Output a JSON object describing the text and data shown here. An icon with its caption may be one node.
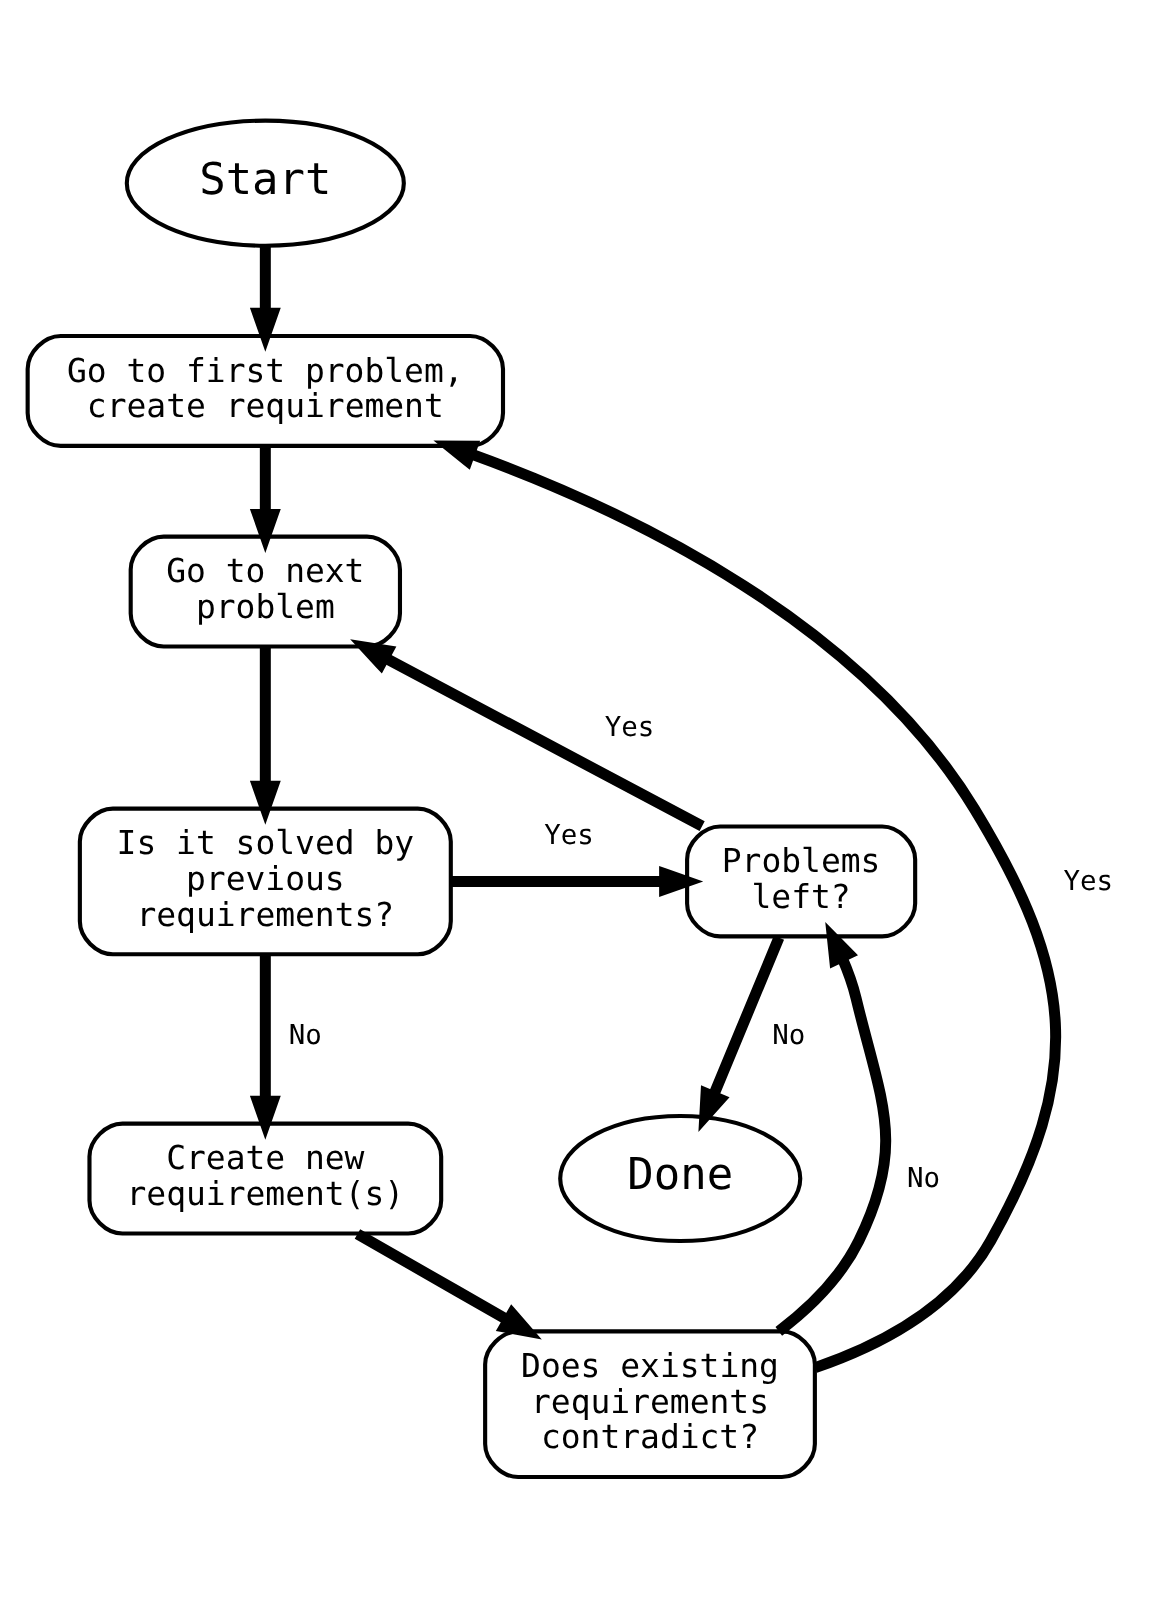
{
  "diagram": {
    "nodes": [
      {
        "text": [
          "Start"
        ]
      },
      {
        "text": [
          "Go to first problem, create requirement"
        ]
      },
      {
        "text": [
          "Go to next problem"
        ]
      },
      {
        "text": [
          "Is it solved by previous requirements?"
        ]
      },
      {
        "text": [
          "Problems left?"
        ]
      },
      {
        "text": [
          "Create new requirement(s)"
        ]
      },
      {
        "text": [
          "Does existing requirements contradict?"
        ]
      },
      {
        "text": [
          "Done"
        ]
      }
    ],
    "edges": [
      {
        "from": 0,
        "to": 1,
        "arrow": "to"
      },
      {
        "from": 1,
        "to": 2,
        "arrow": "to"
      },
      {
        "from": 2,
        "to": 3,
        "arrow": "to"
      },
      {
        "from": 3,
        "to": 4,
        "arrow": "to",
        "label": "Yes"
      },
      {
        "from": 3,
        "to": 5,
        "arrow": "to",
        "label": "No"
      },
      {
        "from": 5,
        "to": 6,
        "arrow": "to"
      },
      {
        "from": 6,
        "to": 1,
        "arrow": "to",
        "label": "Yes"
      },
      {
        "from": 6,
        "to": 4,
        "arrow": "to",
        "label": "No"
      },
      {
        "from": 4,
        "to": 2,
        "arrow": "to",
        "label": "Yes"
      },
      {
        "from": 4,
        "to": 7,
        "arrow": "to",
        "label": "No"
      }
    ]
  }
}
